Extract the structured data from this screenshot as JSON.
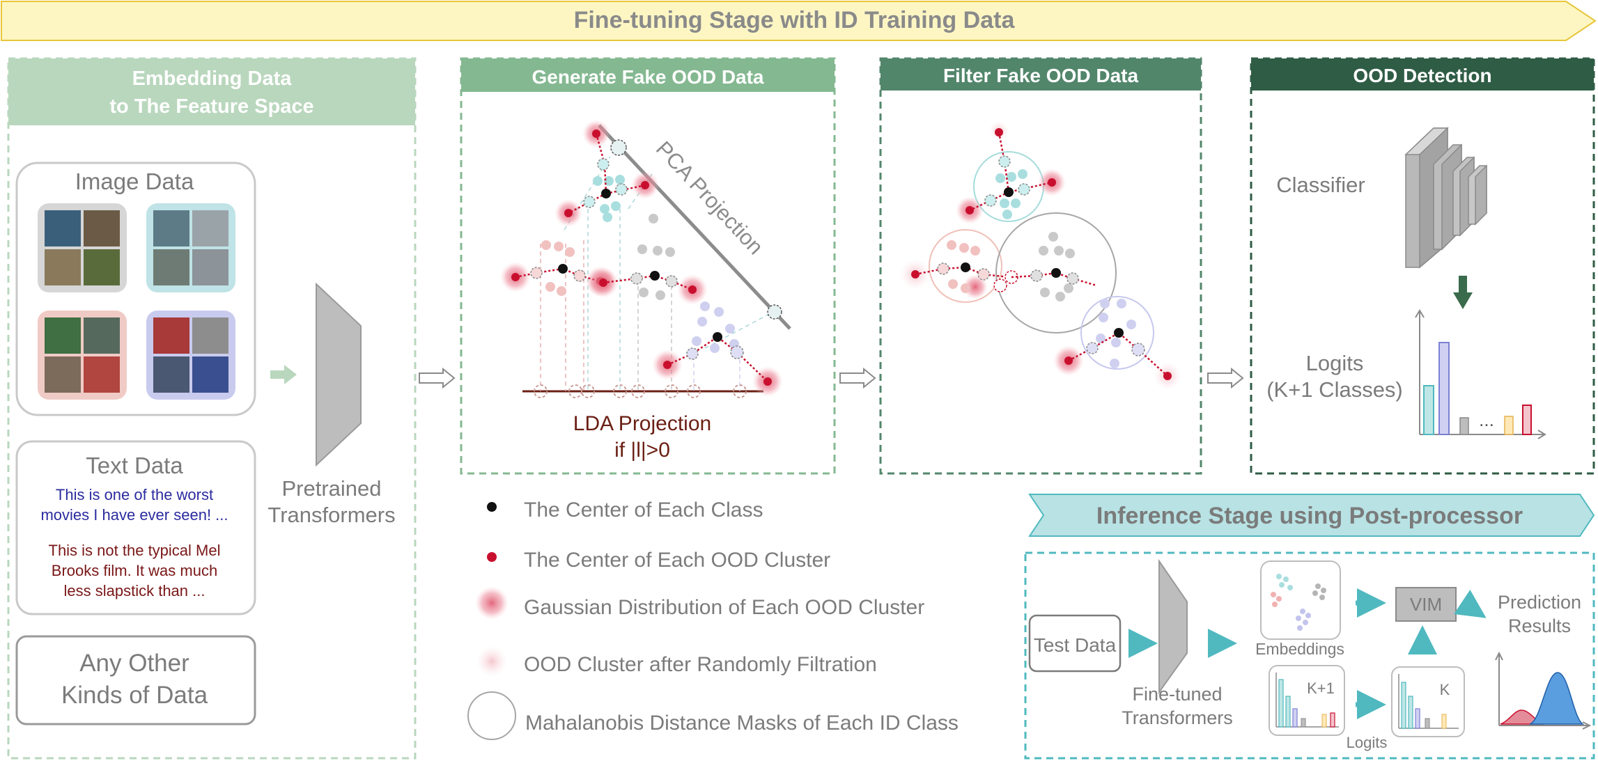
{
  "top_banner": {
    "title": "Fine-tuning Stage with ID Training Data"
  },
  "panel_embed": {
    "header_line1": "Embedding Data",
    "header_line2": "to The Feature Space",
    "image_box_title": "Image Data",
    "text_box_title": "Text Data",
    "text_sample_1": [
      "This is one of the worst",
      "movies I have ever seen! ..."
    ],
    "text_sample_2": [
      "This is not the typical Mel",
      "Brooks film. It was much",
      "less slapstick than ..."
    ],
    "other_box_title": [
      "Any Other",
      "Kinds of Data"
    ],
    "model_label": [
      "Pretrained",
      "Transformers"
    ]
  },
  "panel_generate": {
    "header": "Generate Fake OOD Data",
    "pca_label": "PCA Projection",
    "lda_label": "LDA Projection",
    "lda_condition": "if |l|>0"
  },
  "panel_filter": {
    "header": "Filter Fake OOD Data"
  },
  "panel_detect": {
    "header": "OOD Detection",
    "classifier_label": "Classifier",
    "logits_label": [
      "Logits",
      "(K+1 Classes)"
    ],
    "ellipsis": "..."
  },
  "legend": {
    "items": [
      "The Center of Each Class",
      "The Center of Each OOD Cluster",
      "Gaussian Distribution of Each OOD Cluster",
      "OOD Cluster after Randomly Filtration",
      "Mahalanobis Distance Masks of Each ID Class"
    ]
  },
  "inference": {
    "banner": "Inference Stage using Post-processor",
    "test_data": "Test Data",
    "model_label": [
      "Fine-tuned",
      "Transformers"
    ],
    "embeddings_label": "Embeddings",
    "vim_label": "VIM",
    "prediction_label": [
      "Prediction",
      "Results"
    ],
    "k_plus_1": "K+1",
    "k": "K",
    "logits_label": "Logits"
  },
  "colors": {
    "banner_fill": "#fdf6c3",
    "banner_stroke": "#e8c63a",
    "banner_text": "#8a8a8a",
    "green_1": "#b9d7bd",
    "green_2": "#84b891",
    "green_3": "#52866b",
    "green_4": "#2f5c45",
    "cyan": "#4fb9bf",
    "red": "#c8102e",
    "text_blue": "#2b2c9e",
    "text_darkred": "#7a1717",
    "lda_red": "#6b1f14"
  }
}
